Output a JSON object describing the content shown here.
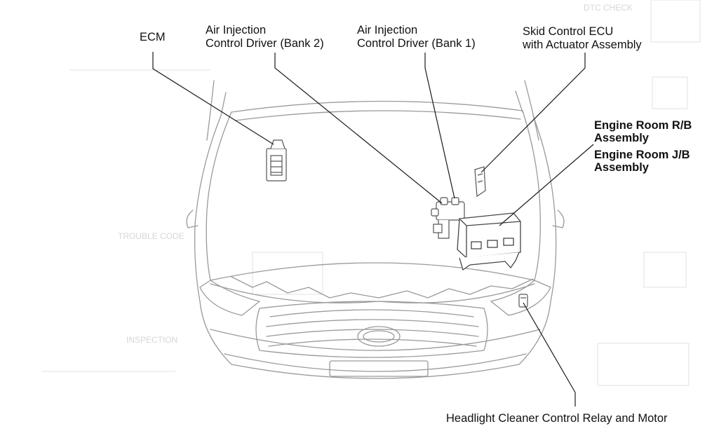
{
  "labels": {
    "ecm": "ECM",
    "air_bank2_line1": "Air Injection",
    "air_bank2_line2": "Control Driver (Bank 2)",
    "air_bank1_line1": "Air Injection",
    "air_bank1_line2": "Control Driver (Bank 1)",
    "skid_line1": "Skid Control ECU",
    "skid_line2": "with Actuator Assembly",
    "rb_line1": "Engine Room R/B",
    "rb_line2": "Assembly",
    "jb_line1": "Engine Room J/B",
    "jb_line2": "Assembly",
    "headlight": "Headlight Cleaner Control Relay and Motor"
  },
  "show_through": {
    "t1": "DTC CHECK",
    "t2": "TROUBLE CODE",
    "t3": "INSPECTION"
  },
  "colors": {
    "line": "#1a1a1a",
    "car_outline": "#9a9a9a",
    "component": "#555555",
    "show_through": "#dadada"
  }
}
